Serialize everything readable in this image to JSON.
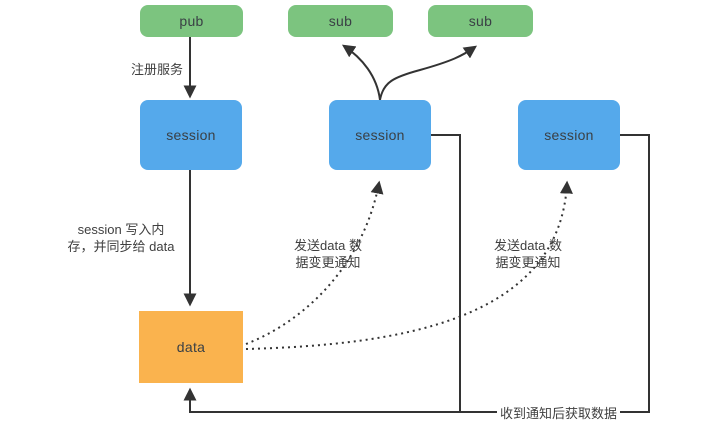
{
  "nodes": {
    "pub": {
      "label": "pub"
    },
    "sub_left": {
      "label": "sub"
    },
    "sub_right": {
      "label": "sub"
    },
    "session_left": {
      "label": "session"
    },
    "session_middle": {
      "label": "session"
    },
    "session_right": {
      "label": "session"
    },
    "data": {
      "label": "data"
    }
  },
  "edge_labels": {
    "register_service": "注册服务",
    "session_write": "session 写入内\n存，并同步给 data",
    "notify_middle": "发送data 数\n据变更通知",
    "notify_right": "发送data 数\n据变更通知",
    "fetch_after_notify": "收到通知后获取数据"
  },
  "colors": {
    "pubsub_fill": "#7CC47F",
    "session_fill": "#55A9EB",
    "data_fill": "#FAB34E",
    "arrow_stroke": "#333333",
    "label_text": "#3F3F3F",
    "node_text": "#3A4045",
    "background": "#FFFFFF"
  }
}
